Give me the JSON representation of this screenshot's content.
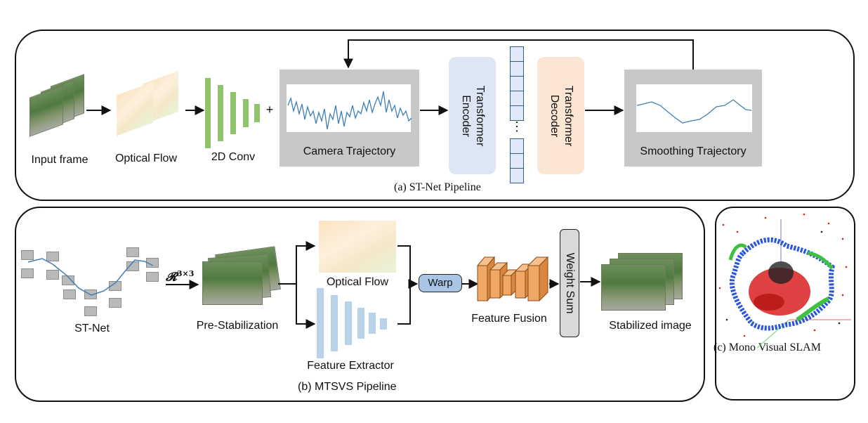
{
  "top_panel": {
    "caption": "(a) ST-Net Pipeline",
    "input_frame_label": "Input frame",
    "optical_flow_label": "Optical Flow",
    "conv_label": "2D Conv",
    "plus_symbol": "+",
    "camera_trajectory_label": "Camera  Trajectory",
    "encoder_label": "Transformer Encoder",
    "encoder_lines": [
      "Transformer",
      "Encoder"
    ],
    "decoder_lines": [
      "Transformer",
      "Decoder"
    ],
    "ellipsis": "⋮",
    "smoothing_label": "Smoothing  Trajectory"
  },
  "bottom_panel": {
    "caption": "(b) MTSVS Pipeline",
    "stnet_label": "ST-Net",
    "rotation_math": "𝓡",
    "rotation_sup": "3×3",
    "prestab_label": "Pre-Stabilization",
    "optical_flow_label": "Optical Flow",
    "feature_extractor_label": "Feature Extractor",
    "warp_label": "Warp",
    "feature_fusion_label": "Feature Fusion",
    "weight_sum_label": "Weight Sum",
    "stabilized_label": "Stabilized image"
  },
  "side_panel": {
    "caption": "(c) Mono Visual SLAM"
  },
  "colors": {
    "encoder": "#dce6f5",
    "decoder": "#fbe5d3",
    "conv": "#8fc46b",
    "extractor": "#b8d2ea",
    "fusion": "#f0a867",
    "warp": "#a9c4e4",
    "weight": "#d9d9d9"
  }
}
